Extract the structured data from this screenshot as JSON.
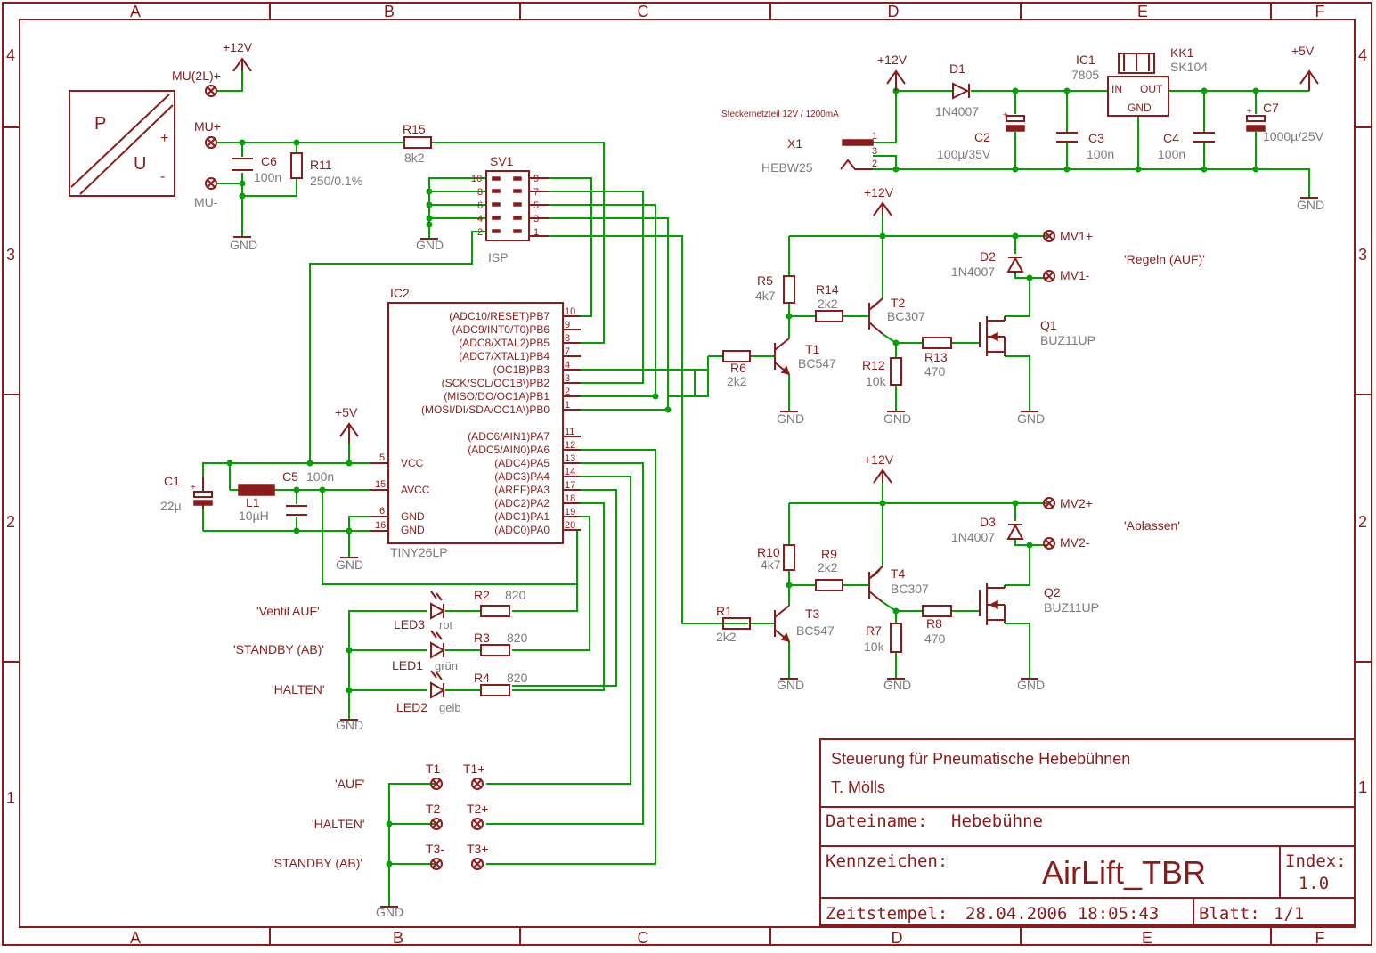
{
  "frame": {
    "cols": [
      "A",
      "B",
      "C",
      "D",
      "E",
      "F"
    ],
    "rows": [
      "4",
      "3",
      "2",
      "1"
    ]
  },
  "title_block": {
    "title": "Steuerung für Pneumatische Hebebühnen",
    "author": "T. Mölls",
    "filename_label": "Dateiname:",
    "filename": "Hebebühne",
    "kennzeichen_label": "Kennzeichen:",
    "kennzeichen": "AirLift_TBR",
    "index_label": "Index:",
    "index": "1.0",
    "timestamp_label": "Zeitstempel:",
    "timestamp": "28.04.2006 18:05:43",
    "sheet_label": "Blatt:",
    "sheet": "1/1"
  },
  "sensor": {
    "p": "P",
    "u": "U",
    "plus": "+",
    "minus": "-",
    "mu2l": "MU(2L)+",
    "mup": "MU+",
    "mum": "MU-",
    "v12": "+12V",
    "gnd": "GND",
    "c6": "C6",
    "c6v": "100n",
    "r11": "R11",
    "r11v": "250/0.1%",
    "r15": "R15",
    "r15v": "8k2"
  },
  "isp": {
    "name": "SV1",
    "label": "ISP",
    "gnd": "GND",
    "pins_left": [
      "10",
      "8",
      "6",
      "4",
      "2"
    ],
    "pins_right": [
      "9",
      "7",
      "5",
      "3",
      "1"
    ]
  },
  "mcu": {
    "name": "IC2",
    "part": "TINY26LP",
    "right_pins": [
      {
        "label": "(ADC10/RESET)PB7",
        "num": "10"
      },
      {
        "label": "(ADC9/INT0/T0)PB6",
        "num": "9"
      },
      {
        "label": "(ADC8/XTAL2)PB5",
        "num": "8"
      },
      {
        "label": "(ADC7/XTAL1)PB4",
        "num": "7"
      },
      {
        "label": "(OC1B)PB3",
        "num": "4"
      },
      {
        "label": "(SCK/SCL/OC1B\\)PB2",
        "num": "3"
      },
      {
        "label": "(MISO/DO/OC1A)PB1",
        "num": "2"
      },
      {
        "label": "(MOSI/DI/SDA/OC1A\\)PB0",
        "num": "1"
      },
      {
        "label": "(ADC6/AIN1)PA7",
        "num": "11"
      },
      {
        "label": "(ADC5/AIN0)PA6",
        "num": "12"
      },
      {
        "label": "(ADC4)PA5",
        "num": "13"
      },
      {
        "label": "(ADC3)PA4",
        "num": "14"
      },
      {
        "label": "(AREF)PA3",
        "num": "17"
      },
      {
        "label": "(ADC2)PA2",
        "num": "18"
      },
      {
        "label": "(ADC1)PA1",
        "num": "19"
      },
      {
        "label": "(ADC0)PA0",
        "num": "20"
      }
    ],
    "left_pins": [
      {
        "label": "VCC",
        "num": "5"
      },
      {
        "label": "AVCC",
        "num": "15"
      },
      {
        "label": "GND",
        "num": "6"
      },
      {
        "label": "GND",
        "num": "16"
      }
    ]
  },
  "supply_filter": {
    "c1": "C1",
    "c1v": "22µ",
    "l1": "L1",
    "l1v": "10µH",
    "c5": "C5",
    "c5v": "100n",
    "v5": "+5V",
    "gnd": "GND"
  },
  "leds": {
    "items": [
      {
        "label": "'Ventil AUF'",
        "led": "LED3",
        "color": "rot",
        "r": "R2",
        "rv": "820"
      },
      {
        "label": "'STANDBY (AB)'",
        "led": "LED1",
        "color": "grün",
        "r": "R3",
        "rv": "820"
      },
      {
        "label": "'HALTEN'",
        "led": "LED2",
        "color": "gelb",
        "r": "R4",
        "rv": "820"
      }
    ],
    "gnd": "GND"
  },
  "buttons": {
    "items": [
      {
        "label": "'AUF'",
        "minus": "T1-",
        "plus": "T1+"
      },
      {
        "label": "'HALTEN'",
        "minus": "T2-",
        "plus": "T2+"
      },
      {
        "label": "'STANDBY (AB)'",
        "minus": "T3-",
        "plus": "T3+"
      }
    ],
    "gnd": "GND"
  },
  "power": {
    "v12": "+12V",
    "note": "Steckernetzteil 12V / 1200mA",
    "x1": "X1",
    "x1part": "HEBW25",
    "pin1": "1",
    "pin2": "2",
    "pin3": "3",
    "d1": "D1",
    "d1v": "1N4007",
    "c2": "C2",
    "c2v": "100µ/35V",
    "ic1": "IC1",
    "ic1v": "7805",
    "in": "IN",
    "out": "OUT",
    "gndpin": "GND",
    "kk1": "KK1",
    "kk1v": "SK104",
    "c3": "C3",
    "c3v": "100n",
    "c4": "C4",
    "c4v": "100n",
    "c7": "C7",
    "c7v": "1000µ/25V",
    "v5": "+5V",
    "gnd": "GND"
  },
  "valve1": {
    "v12": "+12V",
    "title": "'Regeln (AUF)'",
    "mvp": "MV1+",
    "mvm": "MV1-",
    "d": "D2",
    "dv": "1N4007",
    "r5": "R5",
    "r5v": "4k7",
    "r14": "R14",
    "r14v": "2k2",
    "t2": "T2",
    "t2v": "BC307",
    "q": "Q1",
    "qv": "BUZ11UP",
    "r6": "R6",
    "r6v": "2k2",
    "t1": "T1",
    "t1v": "BC547",
    "r12": "R12",
    "r12v": "10k",
    "r13": "R13",
    "r13v": "470",
    "gnd": "GND"
  },
  "valve2": {
    "v12": "+12V",
    "title": "'Ablassen'",
    "mvp": "MV2+",
    "mvm": "MV2-",
    "d": "D3",
    "dv": "1N4007",
    "r10": "R10",
    "r10v": "4k7",
    "r9": "R9",
    "r9v": "2k2",
    "t4": "T4",
    "t4v": "BC307",
    "q": "Q2",
    "qv": "BUZ11UP",
    "r1": "R1",
    "r1v": "2k2",
    "t3": "T3",
    "t3v": "BC547",
    "r7": "R7",
    "r7v": "10k",
    "r8": "R8",
    "r8v": "470",
    "gnd": "GND"
  }
}
